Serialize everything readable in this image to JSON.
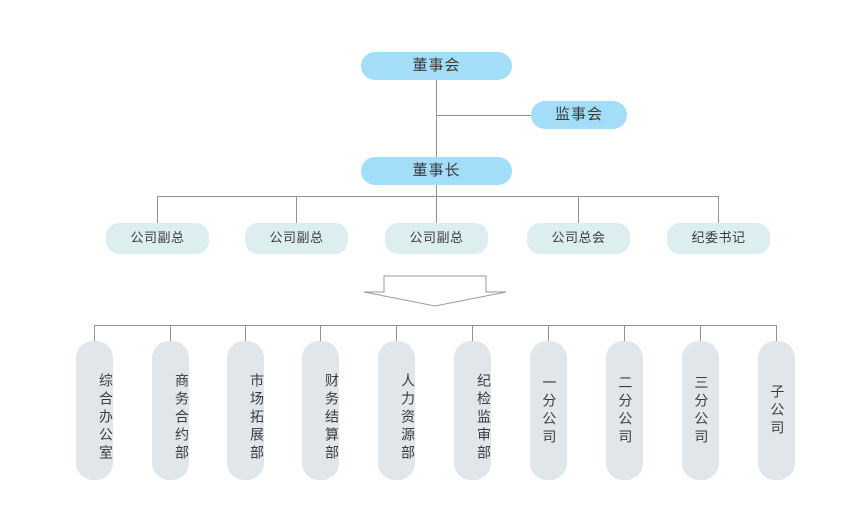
{
  "chart": {
    "title_text": "",
    "type": "organization-chart",
    "colors": {
      "level1_fill": "#a3ddf7",
      "level3_fill": "#ddeef1",
      "level4_fill": "#e0e6ea",
      "line": "#8f9396",
      "text": "#3b3b3b",
      "arrow_stroke": "#9a9a9a",
      "arrow_fill": "#ffffff",
      "background": "#ffffff"
    },
    "levels": [
      {
        "name": "board",
        "nodes": [
          {
            "id": "board-of-directors",
            "label": "董事会"
          },
          {
            "id": "board-of-supervisors",
            "label": "监事会"
          }
        ]
      },
      {
        "name": "chairman",
        "nodes": [
          {
            "id": "chairman",
            "label": "董事长"
          }
        ]
      },
      {
        "name": "executives",
        "nodes": [
          {
            "id": "vice-president-1",
            "label": "公司副总"
          },
          {
            "id": "vice-president-2",
            "label": "公司副总"
          },
          {
            "id": "vice-president-3",
            "label": "公司副总"
          },
          {
            "id": "chief-accountant",
            "label": "公司总会"
          },
          {
            "id": "discipline-secretary",
            "label": "纪委书记"
          }
        ]
      },
      {
        "name": "departments",
        "nodes": [
          {
            "id": "general-office",
            "label": "综合办公室"
          },
          {
            "id": "business-contract-dept",
            "label": "商务合约部"
          },
          {
            "id": "market-development-dept",
            "label": "市场拓展部"
          },
          {
            "id": "financial-settlement-dept",
            "label": "财务结算部"
          },
          {
            "id": "human-resources-dept",
            "label": "人力资源部"
          },
          {
            "id": "discipline-audit-dept",
            "label": "纪检监审部"
          },
          {
            "id": "branch-company-1",
            "label": "一分公司"
          },
          {
            "id": "branch-company-2",
            "label": "二分公司"
          },
          {
            "id": "branch-company-3",
            "label": "三分公司"
          },
          {
            "id": "subsidiary-company",
            "label": "子公司"
          }
        ]
      }
    ],
    "arrow": {
      "id": "flow-arrow",
      "direction": "down"
    }
  }
}
